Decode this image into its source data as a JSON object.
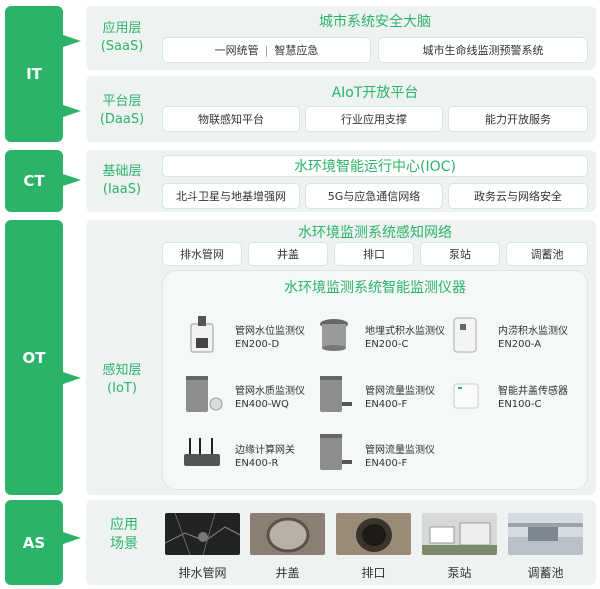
{
  "sidebar": {
    "it": "IT",
    "ct": "CT",
    "ot": "OT",
    "as": "AS"
  },
  "saas": {
    "label_line1": "应用层",
    "label_line2": "(SaaS)",
    "title": "城市系统安全大脑",
    "chip_left_a": "一网统管",
    "chip_left_sep": "|",
    "chip_left_b": "智慧应急",
    "chip_right": "城市生命线监测预警系统"
  },
  "daas": {
    "label_line1": "平台层",
    "label_line2": "(DaaS)",
    "title": "AIoT开放平台",
    "chips": [
      "物联感知平台",
      "行业应用支撑",
      "能力开放服务"
    ]
  },
  "iaas": {
    "label_line1": "基础层",
    "label_line2": "(IaaS)",
    "title": "水环境智能运行中心(IOC)",
    "chips": [
      "北斗卫星与地基增强网",
      "5G与应急通信网络",
      "政务云与网络安全"
    ]
  },
  "iot": {
    "label_line1": "感知层",
    "label_line2": "(IoT)",
    "title": "水环境监测系统感知网络",
    "chips": [
      "排水管网",
      "井盖",
      "排口",
      "泵站",
      "调蓄池"
    ],
    "instrument_title": "水环境监测系统智能监测仪器",
    "devices": [
      {
        "name": "管网水位监测仪",
        "code": "EN200-D",
        "icon": "water-level-sensor-icon"
      },
      {
        "name": "地埋式积水监测仪",
        "code": "EN200-C",
        "icon": "buried-water-sensor-icon"
      },
      {
        "name": "内涝积水监测仪",
        "code": "EN200-A",
        "icon": "waterlogging-sensor-icon"
      },
      {
        "name": "管网水质监测仪",
        "code": "EN400-WQ",
        "icon": "water-quality-sensor-icon"
      },
      {
        "name": "管网流量监测仪",
        "code": "EN400-F",
        "icon": "flow-meter-icon"
      },
      {
        "name": "智能井盖传感器",
        "code": "EN100-C",
        "icon": "manhole-sensor-icon"
      },
      {
        "name": "边缘计算网关",
        "code": "EN400-R",
        "icon": "edge-gateway-icon"
      },
      {
        "name": "管网流量监测仪",
        "code": "EN400-F",
        "icon": "flow-meter-icon"
      }
    ]
  },
  "scenes": {
    "label_line1": "应用",
    "label_line2": "场景",
    "items": [
      "排水管网",
      "井盖",
      "排口",
      "泵站",
      "调蓄池"
    ]
  },
  "colors": {
    "accent": "#2cb36a",
    "panel": "#eef3f1"
  }
}
